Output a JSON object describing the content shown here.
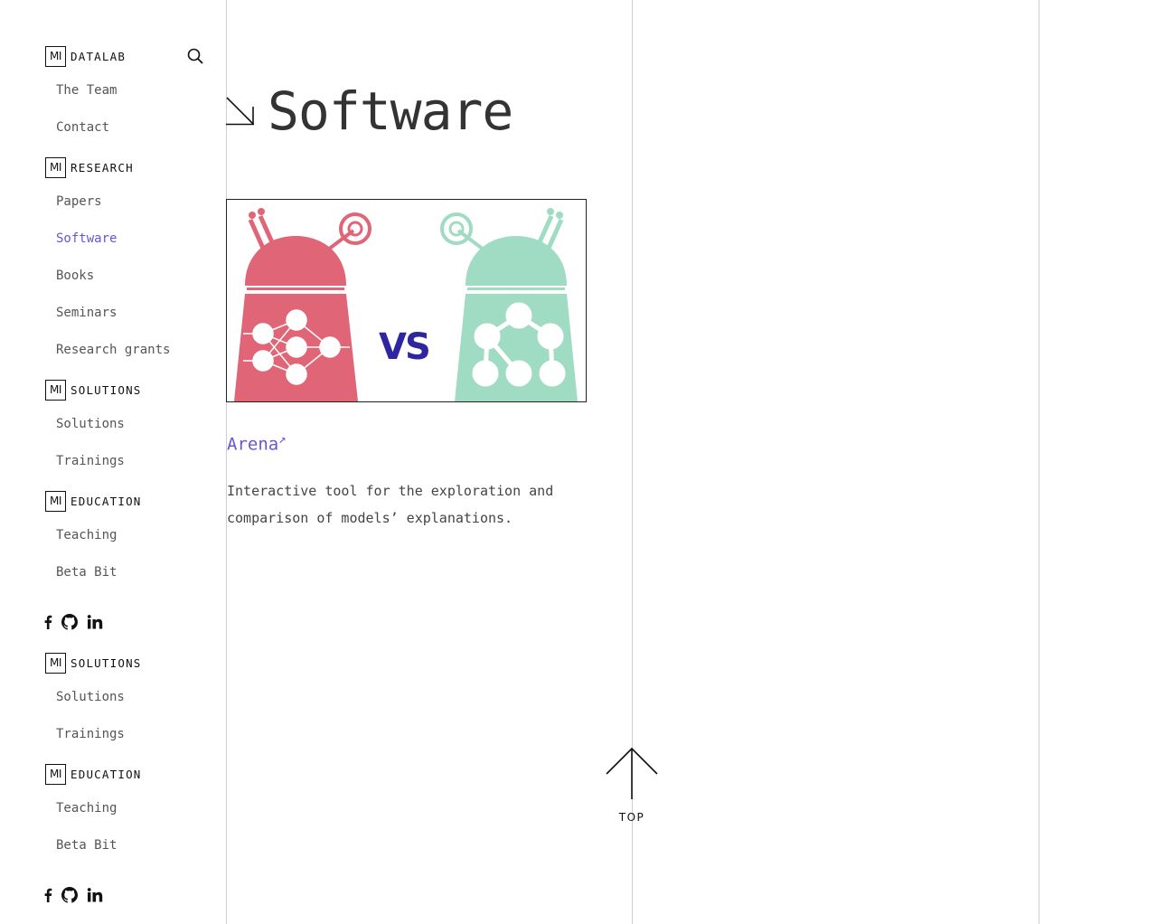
{
  "sidebar": {
    "groups": [
      {
        "box": "MI",
        "label": "DATALAB",
        "items": [
          "The Team",
          "Contact"
        ]
      },
      {
        "box": "MI",
        "label": "RESEARCH",
        "items": [
          "Papers",
          "Software",
          "Books",
          "Seminars",
          "Research grants"
        ]
      },
      {
        "box": "MI",
        "label": "SOLUTIONS",
        "items": [
          "Solutions",
          "Trainings"
        ]
      },
      {
        "box": "MI",
        "label": "EDUCATION",
        "items": [
          "Teaching",
          "Beta Bit"
        ]
      },
      {
        "box": "MI",
        "label": "SOLUTIONS",
        "items": [
          "Solutions",
          "Trainings"
        ]
      },
      {
        "box": "MI",
        "label": "EDUCATION",
        "items": [
          "Teaching",
          "Beta Bit"
        ]
      }
    ],
    "active_item": "Software",
    "social_icons": [
      "facebook-icon",
      "github-icon",
      "linkedin-icon"
    ]
  },
  "main": {
    "title": "Software",
    "card": {
      "title": "Arena",
      "title_arrow": "↗",
      "description": "Interactive tool for the exploration and comparison of models’ explanations.",
      "image_text": "VS"
    },
    "top_label": "TOP"
  },
  "colors": {
    "accent": "#6a55d4",
    "robot_red": "#e06677",
    "robot_green": "#9fdcc3",
    "vs_text": "#2f25a0"
  }
}
